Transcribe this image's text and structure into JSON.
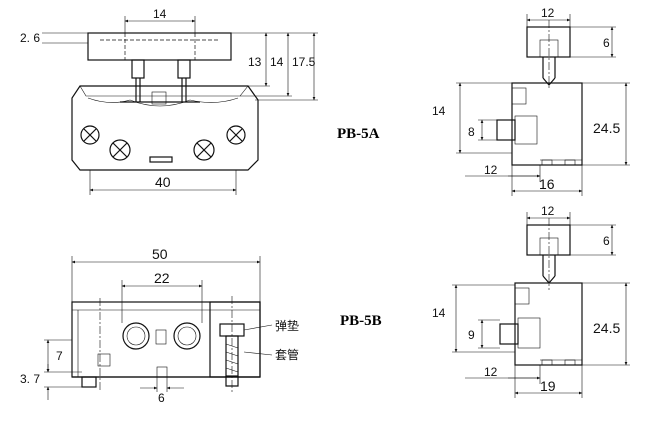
{
  "models": {
    "a": "PB-5A",
    "b": "PB-5B"
  },
  "callouts": {
    "spring_washer": "弹垫",
    "sleeve": "套管"
  },
  "pb5a_front": {
    "offset": "2. 6",
    "top_width": "14",
    "h13": "13",
    "h14": "14",
    "h17": "17.5",
    "width": "40"
  },
  "pb5a_side": {
    "top": "12",
    "right_top": "6",
    "left_h": "14",
    "mid": "8",
    "right_h": "24.5",
    "bot_left": "12",
    "bot_width": "16"
  },
  "pb5b_front": {
    "width": "50",
    "pitch": "22",
    "h7": "7",
    "h37": "3. 7",
    "bottom": "6"
  },
  "pb5b_side": {
    "top": "12",
    "right_top": "6",
    "left_h": "14",
    "mid": "9",
    "right_h": "24.5",
    "bot_left": "12",
    "bot_width": "19"
  }
}
